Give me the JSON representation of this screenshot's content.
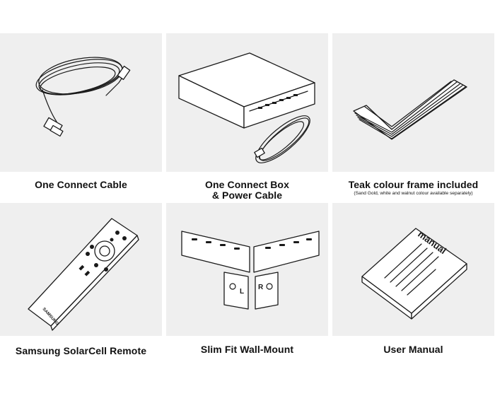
{
  "items": [
    {
      "label": "One Connect Cable",
      "icon": "cable-icon"
    },
    {
      "label": "One Connect Box",
      "label2": "& Power Cable",
      "icon": "box-icon"
    },
    {
      "label": "Teak colour frame included",
      "note": "(Sand Gold, white and walnut colour available separately)",
      "icon": "frame-icon"
    },
    {
      "label": "Samsung SolarCell Remote",
      "icon": "remote-icon",
      "remote_brand": "SAMSUNG"
    },
    {
      "label": "Slim Fit Wall-Mount",
      "icon": "wall-mount-icon",
      "mount_left": "L",
      "mount_right": "R"
    },
    {
      "label": "User Manual",
      "icon": "manual-icon",
      "manual_title": "manual"
    }
  ],
  "colors": {
    "panel": "#efefef",
    "background": "#ffffff",
    "line": "#1a1a1a"
  }
}
